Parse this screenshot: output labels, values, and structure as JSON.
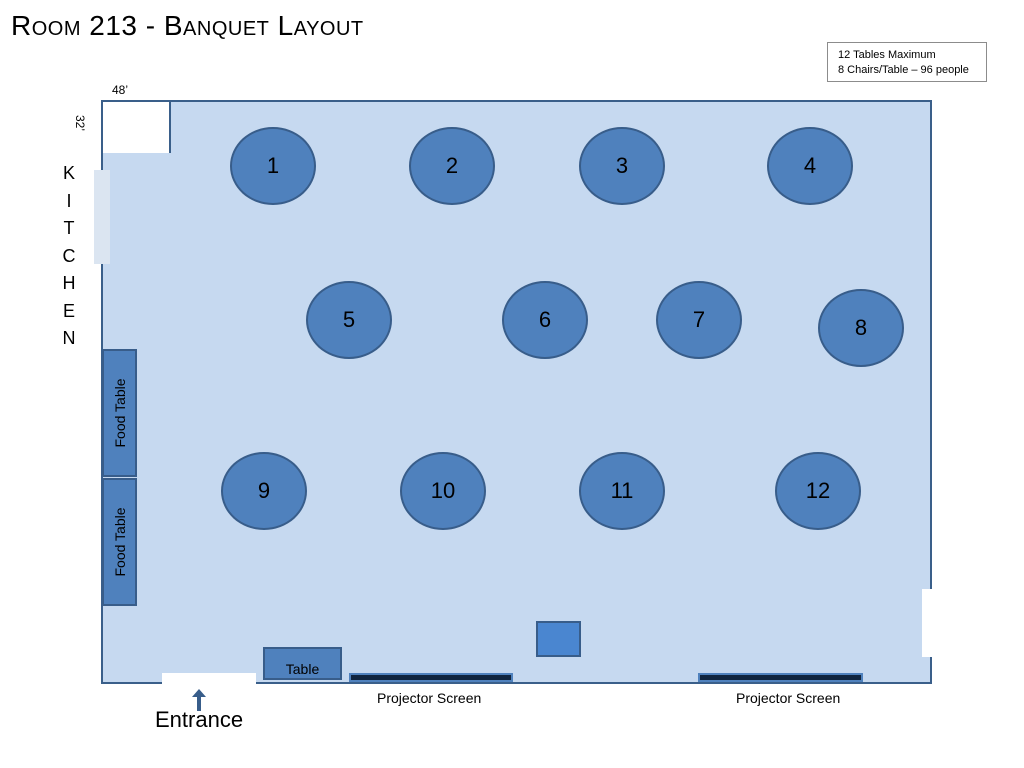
{
  "title": "Room 213 - Banquet Layout",
  "info": {
    "line1": "12 Tables Maximum",
    "line2": "8 Chairs/Table – 96 people"
  },
  "dimensions": {
    "width": "48’",
    "depth": "32’"
  },
  "kitchen_letters": [
    "K",
    "I",
    "T",
    "C",
    "H",
    "E",
    "N"
  ],
  "tables": [
    "1",
    "2",
    "3",
    "4",
    "5",
    "6",
    "7",
    "8",
    "9",
    "10",
    "11",
    "12"
  ],
  "food_tables": [
    "Food Table",
    "Food Table"
  ],
  "small_table": "Table",
  "screens": [
    "Projector Screen",
    "Projector Screen"
  ],
  "entrance": "Entrance",
  "colors": {
    "floor": "#c6d9f0",
    "table_fill": "#4f81bd",
    "outline": "#385d8a",
    "screen": "#0f243e"
  }
}
